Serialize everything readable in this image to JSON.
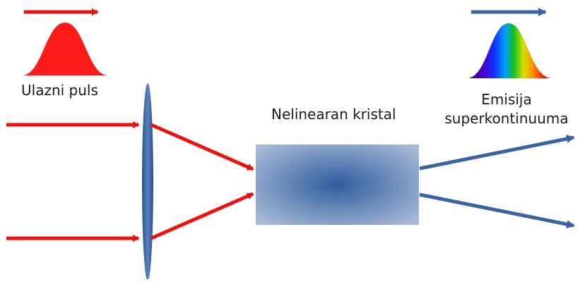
{
  "labels": {
    "input_pulse": "Ulazni puls",
    "crystal": "Nelinearan kristal",
    "emission_line1": "Emisija",
    "emission_line2": "superkontinuuma"
  },
  "colors": {
    "input_beam": "#ee1111",
    "output_beam": "#3a62a4",
    "lens": "#3f69a8",
    "crystal_center": "#2f5d9f",
    "crystal_edge": "#a7b9d6",
    "pulse_red": "#ff1a1a"
  }
}
